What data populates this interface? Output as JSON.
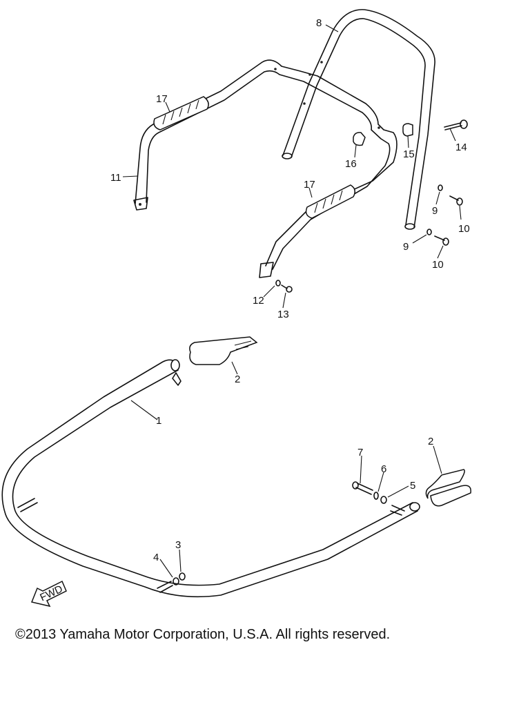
{
  "diagram": {
    "callouts": [
      {
        "id": "c1",
        "text": "1"
      },
      {
        "id": "c2a",
        "text": "2"
      },
      {
        "id": "c2b",
        "text": "2"
      },
      {
        "id": "c3",
        "text": "3"
      },
      {
        "id": "c4",
        "text": "4"
      },
      {
        "id": "c5",
        "text": "5"
      },
      {
        "id": "c6",
        "text": "6"
      },
      {
        "id": "c7",
        "text": "7"
      },
      {
        "id": "c8",
        "text": "8"
      },
      {
        "id": "c9a",
        "text": "9"
      },
      {
        "id": "c9b",
        "text": "9"
      },
      {
        "id": "c10a",
        "text": "10"
      },
      {
        "id": "c10b",
        "text": "10"
      },
      {
        "id": "c11",
        "text": "11"
      },
      {
        "id": "c12",
        "text": "12"
      },
      {
        "id": "c13",
        "text": "13"
      },
      {
        "id": "c14",
        "text": "14"
      },
      {
        "id": "c15",
        "text": "15"
      },
      {
        "id": "c16",
        "text": "16"
      },
      {
        "id": "c17a",
        "text": "17"
      },
      {
        "id": "c17b",
        "text": "17"
      }
    ],
    "fwd_label": "FWD"
  },
  "footer": {
    "copyright": "©2013 Yamaha Motor Corporation, U.S.A. All rights reserved."
  }
}
